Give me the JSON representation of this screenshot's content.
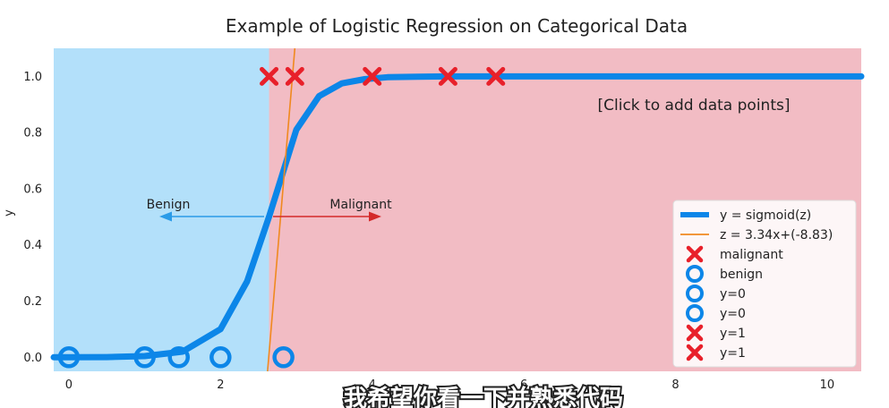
{
  "chart_data": {
    "type": "scatter",
    "title": "Example of Logistic Regression on Categorical Data",
    "xlabel": "",
    "ylabel": "y",
    "xlim": [
      -0.2,
      10.45
    ],
    "ylim": [
      -0.05,
      1.1
    ],
    "xticks": [
      "0",
      "2",
      "4",
      "6",
      "8",
      "10"
    ],
    "xtick_values": [
      0,
      2,
      4,
      6,
      8,
      10
    ],
    "yticks": [
      "0.0",
      "0.2",
      "0.4",
      "0.6",
      "0.8",
      "1.0"
    ],
    "ytick_values": [
      0,
      0.2,
      0.4,
      0.6,
      0.8,
      1.0
    ],
    "decision_boundary_x": 2.64,
    "regions": [
      {
        "name": "benign",
        "x_from": -0.2,
        "x_to": 2.64,
        "color": "#b3e0fa"
      },
      {
        "name": "malignant",
        "x_from": 2.64,
        "x_to": 10.45,
        "color": "#f2bcc4"
      }
    ],
    "series": [
      {
        "name": "y = sigmoid(z)",
        "kind": "line",
        "color": "#0c86e8",
        "x": [
          -0.2,
          0,
          0.5,
          1.0,
          1.5,
          2.0,
          2.35,
          2.64,
          3.0,
          3.3,
          3.6,
          3.9,
          4.2,
          4.6,
          5.0,
          6.0,
          7.0,
          8.0,
          9.0,
          10.0,
          10.45
        ],
        "y": [
          0.0,
          0.0001,
          0.0008,
          0.004,
          0.02,
          0.1,
          0.27,
          0.5,
          0.81,
          0.93,
          0.975,
          0.99,
          0.997,
          0.999,
          1.0,
          1.0,
          1.0,
          1.0,
          1.0,
          1.0,
          1.0
        ]
      },
      {
        "name": "z = 3.34x+(-8.83)",
        "kind": "line",
        "color": "#f0891f",
        "x": [
          2.62,
          2.98
        ],
        "y": [
          -0.05,
          1.1
        ]
      },
      {
        "name": "malignant",
        "kind": "marker-x",
        "color": "#e8202a",
        "x": [
          2.64,
          2.98,
          4.0,
          5.0,
          5.63
        ],
        "y": [
          1,
          1,
          1,
          1,
          1
        ]
      },
      {
        "name": "benign",
        "kind": "marker-o",
        "color": "#0c86e8",
        "x": [
          0.0,
          1.0,
          1.45,
          2.0,
          2.83
        ],
        "y": [
          0,
          0,
          0,
          0,
          0
        ]
      }
    ],
    "legend": {
      "placement": "lower-right",
      "entries": [
        {
          "label": "y = sigmoid(z)",
          "marker": "thick-line",
          "color": "#0c86e8"
        },
        {
          "label": "z = 3.34x+(-8.83)",
          "marker": "thin-line",
          "color": "#f0891f"
        },
        {
          "label": "malignant",
          "marker": "x",
          "color": "#e8202a"
        },
        {
          "label": "benign",
          "marker": "o",
          "color": "#0c86e8"
        },
        {
          "label": "y=0",
          "marker": "o",
          "color": "#0c86e8"
        },
        {
          "label": "y=0",
          "marker": "o",
          "color": "#0c86e8"
        },
        {
          "label": "y=1",
          "marker": "x",
          "color": "#e8202a"
        },
        {
          "label": "y=1",
          "marker": "x",
          "color": "#e8202a"
        }
      ]
    },
    "annotations": {
      "benign_label": "Benign",
      "malignant_label": "Malignant",
      "click_hint": "[Click to add data points]",
      "benign_arrow_color": "#2a9be8",
      "malignant_arrow_color": "#d42a2a"
    },
    "grid": false
  },
  "subtitle_overlay": "我希望你看一下并熟悉代码"
}
